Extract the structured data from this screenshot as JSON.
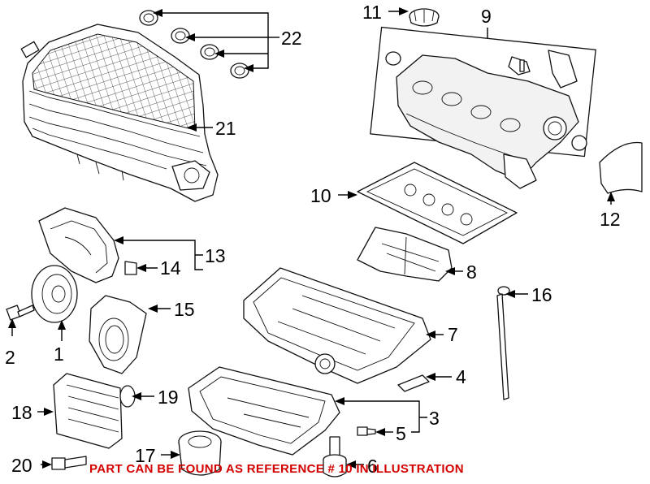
{
  "callouts": [
    "1",
    "2",
    "3",
    "4",
    "5",
    "6",
    "7",
    "8",
    "9",
    "10",
    "11",
    "12",
    "13",
    "14",
    "15",
    "16",
    "17",
    "18",
    "19",
    "20",
    "21",
    "22"
  ],
  "note": "PART CAN BE FOUND AS REFERENCE # 10 IN ILLUSTRATION",
  "colors": {
    "line": "#000000",
    "note": "#d40000"
  }
}
